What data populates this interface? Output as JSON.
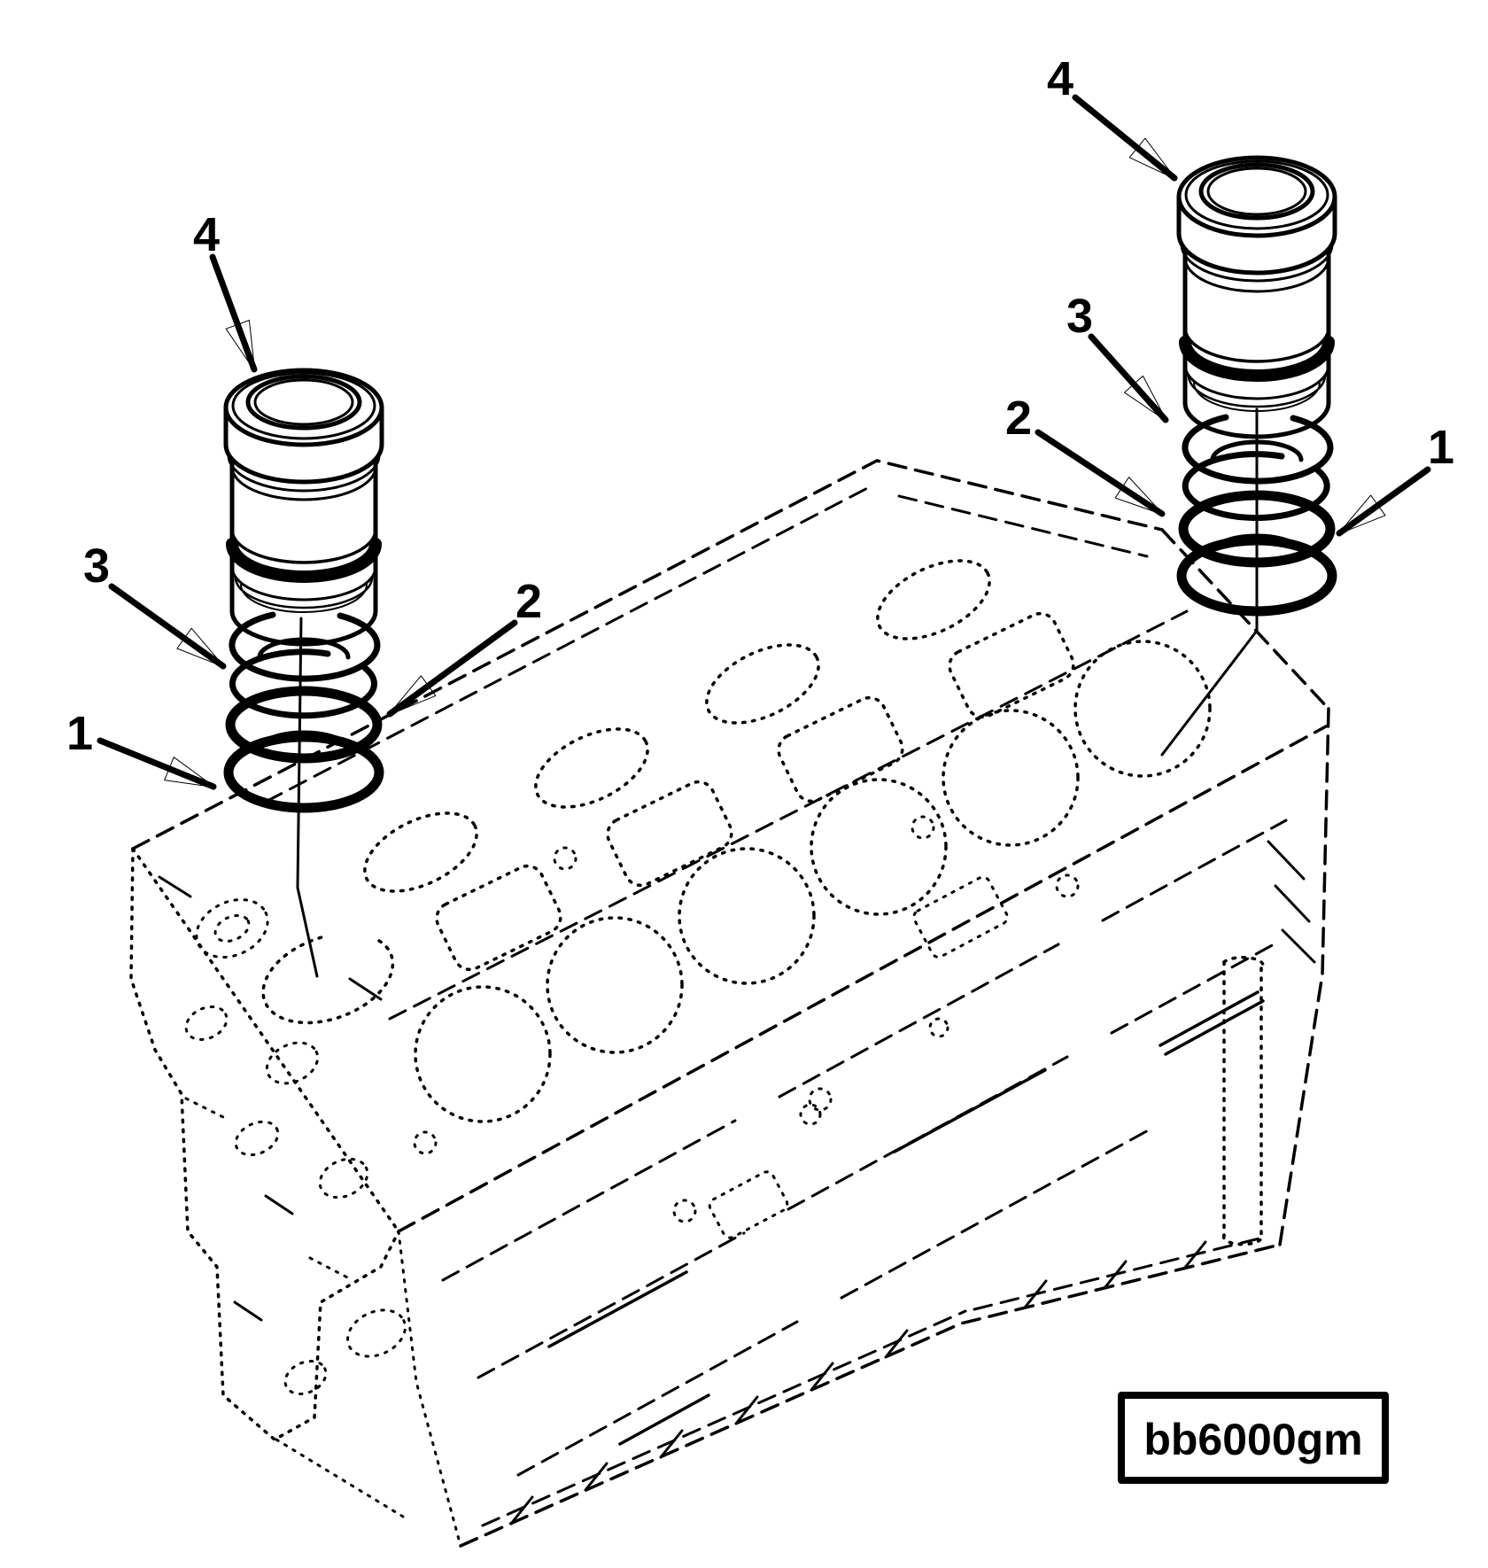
{
  "figure": {
    "label": "bb6000gm"
  },
  "callouts": {
    "left": {
      "c1": "1",
      "c2": "2",
      "c3": "3",
      "c4": "4"
    },
    "right": {
      "c1": "1",
      "c2": "2",
      "c3": "3",
      "c4": "4"
    }
  }
}
